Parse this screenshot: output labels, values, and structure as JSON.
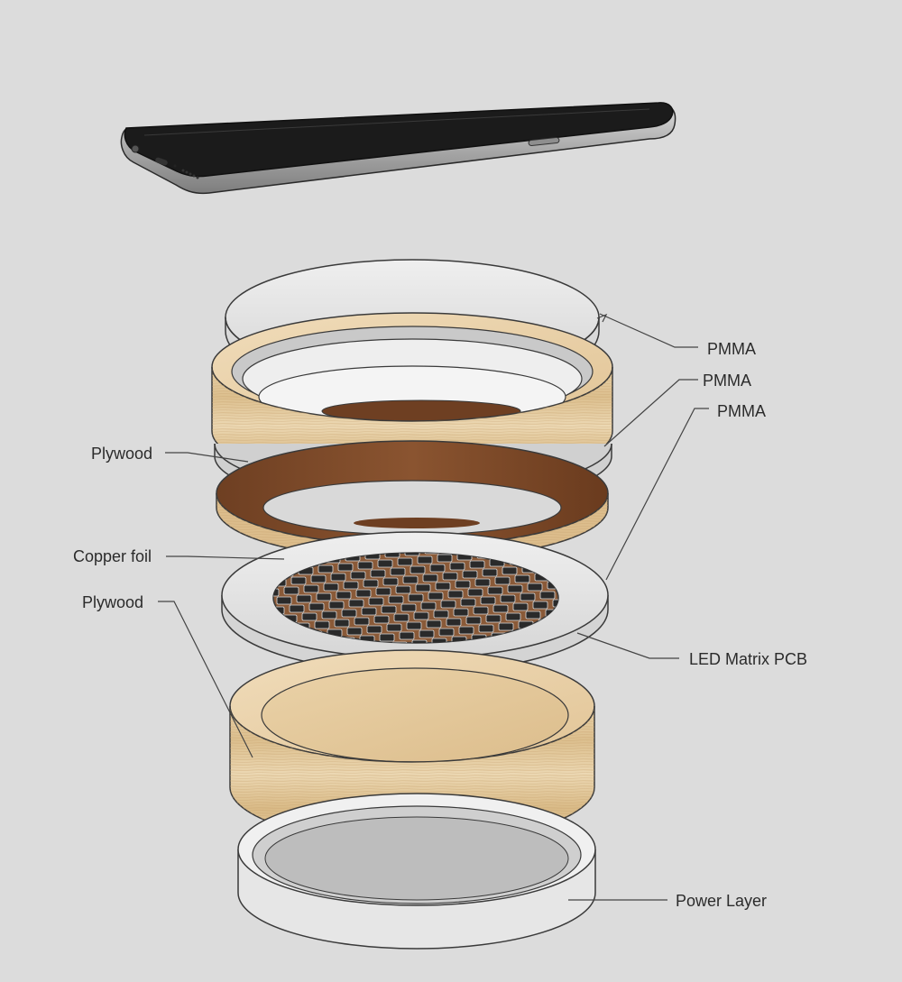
{
  "diagram": {
    "labels": {
      "pmma_top": "PMMA",
      "pmma_middle": "PMMA",
      "pmma_lower": "PMMA",
      "plywood_upper": "Plywood",
      "copper_foil": "Copper foil",
      "plywood_lower": "Plywood",
      "led_matrix_pcb": "LED Matrix PCB",
      "power_layer": "Power Layer"
    }
  }
}
